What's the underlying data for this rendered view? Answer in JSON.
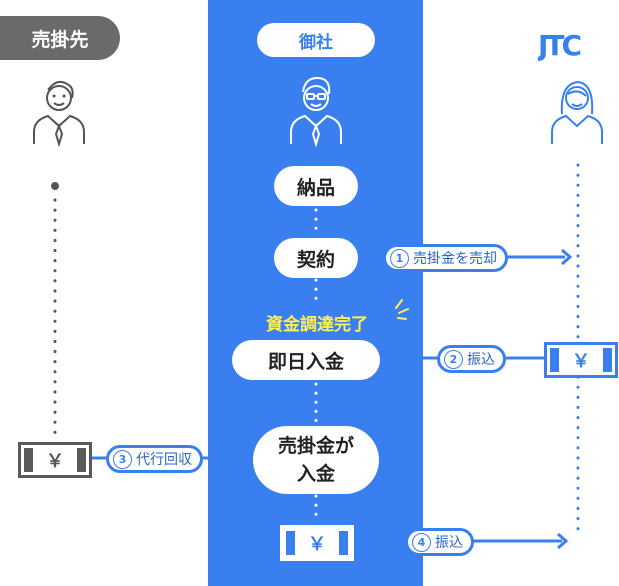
{
  "labels": {
    "seller": "売掛先",
    "company": "御社",
    "provider_logo": "JTC"
  },
  "steps": {
    "delivery": "納品",
    "contract": "契約",
    "same_day": "即日入金",
    "receivable_in_l1": "売掛金が",
    "receivable_in_l2": "入金",
    "funding_done": "資金調達完了"
  },
  "flows": [
    {
      "num": "1",
      "label": "売掛金を売却"
    },
    {
      "num": "2",
      "label": "振込"
    },
    {
      "num": "3",
      "label": "代行回収"
    },
    {
      "num": "4",
      "label": "振込"
    }
  ],
  "bill_symbol": "￥",
  "colors": {
    "accent": "#3a7ff0",
    "seller_gray": "#6a6a6a",
    "highlight": "#ffee55"
  }
}
